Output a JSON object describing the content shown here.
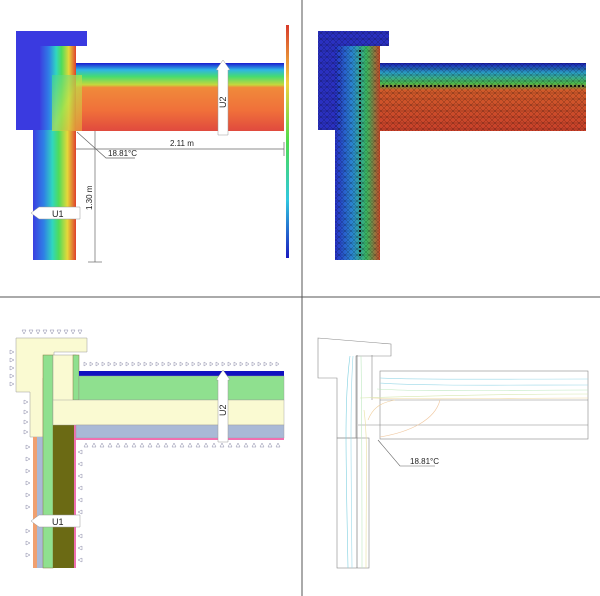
{
  "panels": {
    "temperature_field": {
      "dimension_horizontal": "2.11 m",
      "dimension_vertical": "1.30 m",
      "corner_temperature": "18.81°C",
      "arrow_wall": "U1",
      "arrow_roof": "U2"
    },
    "mesh": {},
    "materials": {
      "arrow_wall": "U1",
      "arrow_roof": "U2"
    },
    "isotherms": {
      "corner_temperature": "18.81°C"
    }
  },
  "colors": {
    "cold": "#1f2bd6",
    "warm": "#e0443a",
    "insulation": "#8fe08f",
    "concrete": "#fafad2",
    "plaster": "#a9b9d6",
    "masonry": "#6b6a14",
    "divider": "#555555"
  }
}
